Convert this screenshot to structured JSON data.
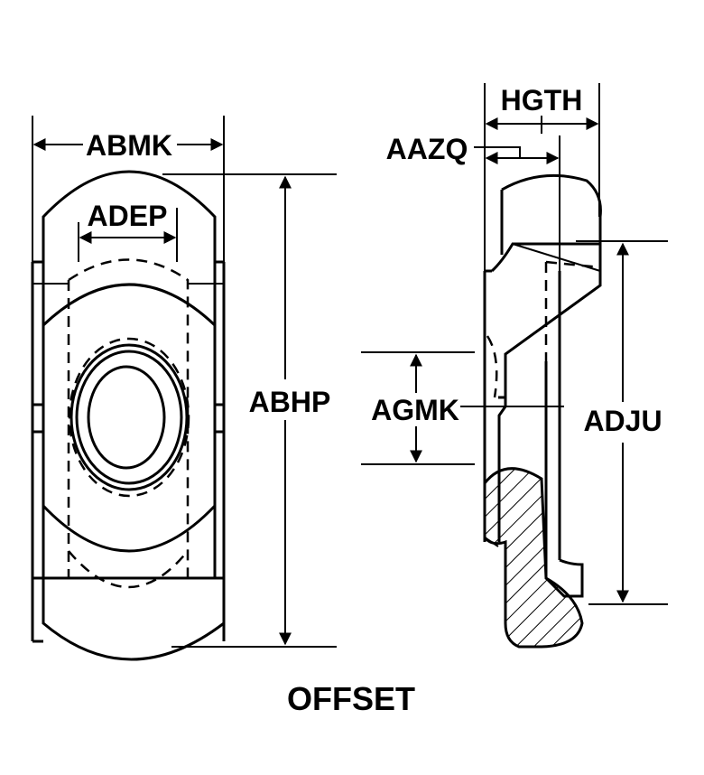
{
  "labels": {
    "abmk": "ABMK",
    "adep": "ADEP",
    "abhp": "ABHP",
    "hgth": "HGTH",
    "aazq": "AAZQ",
    "agmk": "AGMK",
    "adju": "ADJU"
  },
  "caption": "OFFSET"
}
